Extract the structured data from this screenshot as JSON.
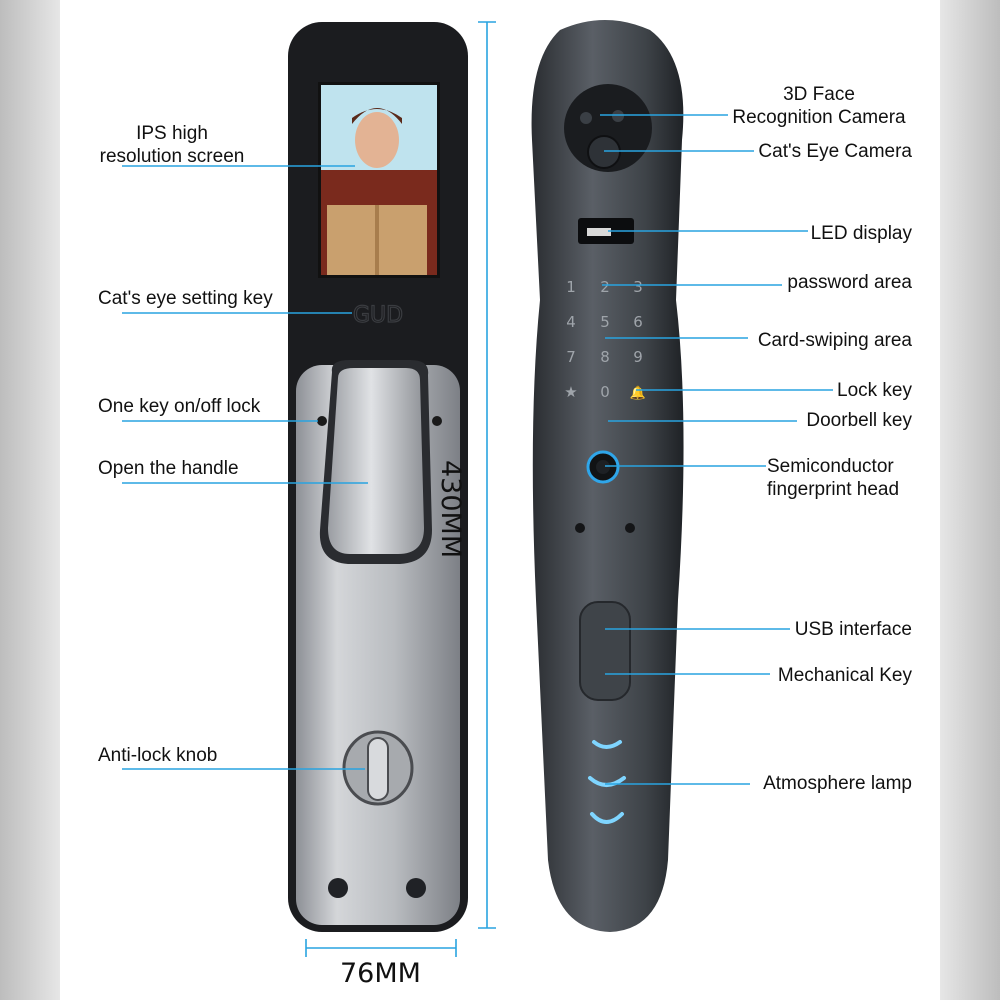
{
  "labels_left": [
    {
      "key": "ips",
      "line1": "IPS high",
      "line2": "resolution screen"
    },
    {
      "key": "cats_eye_key",
      "line1": "Cat's eye setting key"
    },
    {
      "key": "one_key",
      "line1": "One key on/off lock"
    },
    {
      "key": "open_handle",
      "line1": "Open the handle"
    },
    {
      "key": "anti_lock",
      "line1": "Anti-lock knob"
    }
  ],
  "labels_right": [
    {
      "key": "face_camera",
      "line1": "3D Face",
      "line2": "Recognition Camera"
    },
    {
      "key": "cats_eye_camera",
      "line1": "Cat's Eye Camera"
    },
    {
      "key": "led_display",
      "line1": "LED display"
    },
    {
      "key": "password_area",
      "line1": "password area"
    },
    {
      "key": "card_area",
      "line1": "Card-swiping area"
    },
    {
      "key": "lock_key",
      "line1": "Lock key"
    },
    {
      "key": "doorbell_key",
      "line1": "Doorbell key"
    },
    {
      "key": "fingerprint",
      "line1": "Semiconductor",
      "line2": "fingerprint head"
    },
    {
      "key": "usb",
      "line1": "USB interface"
    },
    {
      "key": "mechanical_key",
      "line1": "Mechanical Key"
    },
    {
      "key": "atmosphere",
      "line1": "Atmosphere lamp"
    }
  ],
  "dimensions": {
    "width": "76MM",
    "height": "430MM"
  },
  "keypad": [
    "1",
    "2",
    "3",
    "4",
    "5",
    "6",
    "7",
    "8",
    "9",
    "★",
    "0",
    "🔔"
  ],
  "brand_mark": "GUD",
  "colors": {
    "leader_line": "#29a3e0",
    "lock_body": "#2c2f33",
    "handle_silver": "#b9bcc0",
    "back_gray": "#4b5056"
  }
}
